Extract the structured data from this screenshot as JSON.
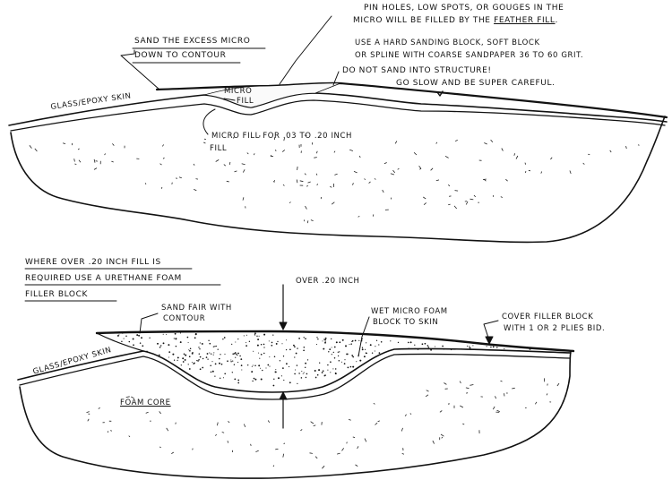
{
  "colors": {
    "ink": "#111111",
    "paper": "#ffffff"
  },
  "top_diagram": {
    "pinholes_note_line1": "PIN HOLES, LOW SPOTS, OR GOUGES IN THE",
    "pinholes_note_line2_a": "MICRO WILL BE FILLED BY THE ",
    "pinholes_note_line2_b": "FEATHER FILL",
    "pinholes_note_line2_c": ".",
    "sand_excess_line1": "SAND THE EXCESS MICRO",
    "sand_excess_line2": "DOWN TO CONTOUR",
    "block_note_line1": "USE A HARD SANDING BLOCK, SOFT BLOCK",
    "block_note_line2": "OR SPLINE WITH COARSE SANDPAPER 36 TO 60 GRIT.",
    "warning_line1": "DO NOT SAND INTO STRUCTURE!",
    "warning_line2": "GO SLOW AND BE SUPER CAREFUL.",
    "skin_label": "GLASS/EPOXY SKIN",
    "micro_fill_label_line1": "MICRO",
    "micro_fill_label_line2": "FILL",
    "micro_range_line1": "MICRO FILL FOR .03 TO .20 INCH",
    "micro_range_line2": "FILL"
  },
  "bottom_diagram": {
    "heading_line1": "WHERE OVER .20 INCH FILL IS",
    "heading_line2": "REQUIRED USE A URETHANE FOAM",
    "heading_line3": "FILLER BLOCK",
    "over_label": "OVER .20 INCH",
    "sand_fair_line1": "SAND FAIR WITH",
    "sand_fair_line2": "CONTOUR",
    "wet_micro_line1": "WET MICRO FOAM",
    "wet_micro_line2": "BLOCK TO SKIN",
    "cover_line1": "COVER FILLER BLOCK",
    "cover_line2": "WITH 1 OR 2 PLIES BID.",
    "skin_label": "GLASS/EPOXY SKIN",
    "core_label": "FOAM CORE"
  }
}
